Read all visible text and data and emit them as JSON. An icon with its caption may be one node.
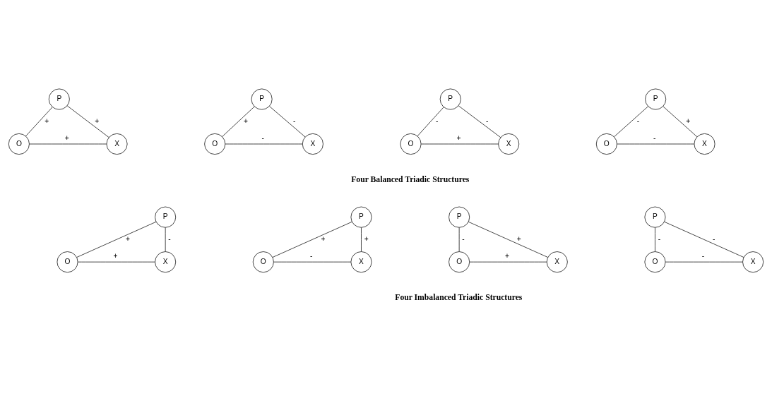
{
  "diagram": {
    "nodes": [
      {
        "text": [
          "P"
        ]
      },
      {
        "text": [
          "O"
        ]
      },
      {
        "text": [
          "X"
        ]
      },
      {
        "text": [
          "P"
        ]
      },
      {
        "text": [
          "O"
        ]
      },
      {
        "text": [
          "X"
        ]
      },
      {
        "text": [
          "P"
        ]
      },
      {
        "text": [
          "O"
        ]
      },
      {
        "text": [
          "X"
        ]
      },
      {
        "text": [
          "P"
        ]
      },
      {
        "text": [
          "O"
        ]
      },
      {
        "text": [
          "X"
        ]
      },
      {
        "text": [
          "P"
        ]
      },
      {
        "text": [
          "O"
        ]
      },
      {
        "text": [
          "X"
        ]
      },
      {
        "text": [
          "P"
        ]
      },
      {
        "text": [
          "O"
        ]
      },
      {
        "text": [
          "X"
        ]
      },
      {
        "text": [
          "P"
        ]
      },
      {
        "text": [
          "O"
        ]
      },
      {
        "text": [
          "X"
        ]
      },
      {
        "text": [
          "P"
        ]
      },
      {
        "text": [
          "O"
        ]
      },
      {
        "text": [
          "X"
        ]
      }
    ],
    "edges": [
      {
        "from": 0,
        "to": 1,
        "arrow": "none",
        "label": "+"
      },
      {
        "from": 0,
        "to": 2,
        "arrow": "none",
        "label": "+"
      },
      {
        "from": 1,
        "to": 2,
        "arrow": "none",
        "label": "+"
      },
      {
        "from": 3,
        "to": 4,
        "arrow": "none",
        "label": "+"
      },
      {
        "from": 3,
        "to": 5,
        "arrow": "none",
        "label": "-"
      },
      {
        "from": 4,
        "to": 5,
        "arrow": "none",
        "label": "-"
      },
      {
        "from": 6,
        "to": 7,
        "arrow": "none",
        "label": "-"
      },
      {
        "from": 6,
        "to": 8,
        "arrow": "none",
        "label": "-"
      },
      {
        "from": 7,
        "to": 8,
        "arrow": "none",
        "label": "+"
      },
      {
        "from": 9,
        "to": 10,
        "arrow": "none",
        "label": "-"
      },
      {
        "from": 9,
        "to": 11,
        "arrow": "none",
        "label": "+"
      },
      {
        "from": 10,
        "to": 11,
        "arrow": "none",
        "label": "-"
      },
      {
        "from": 12,
        "to": 13,
        "arrow": "none",
        "label": "+"
      },
      {
        "from": 12,
        "to": 14,
        "arrow": "none",
        "label": "-"
      },
      {
        "from": 13,
        "to": 14,
        "arrow": "none",
        "label": "+"
      },
      {
        "from": 15,
        "to": 16,
        "arrow": "none",
        "label": "+"
      },
      {
        "from": 15,
        "to": 17,
        "arrow": "none",
        "label": "+"
      },
      {
        "from": 16,
        "to": 17,
        "arrow": "none",
        "label": "-"
      },
      {
        "from": 18,
        "to": 19,
        "arrow": "none",
        "label": "-"
      },
      {
        "from": 18,
        "to": 20,
        "arrow": "none",
        "label": "+"
      },
      {
        "from": 19,
        "to": 20,
        "arrow": "none",
        "label": "+"
      },
      {
        "from": 21,
        "to": 22,
        "arrow": "none",
        "label": "-"
      },
      {
        "from": 21,
        "to": 23,
        "arrow": "none",
        "label": "-"
      },
      {
        "from": 22,
        "to": 23,
        "arrow": "none",
        "label": "-"
      }
    ],
    "labels": [
      "Four Balanced Triadic Structures",
      "Four Imbalanced Triadic Structures"
    ]
  }
}
